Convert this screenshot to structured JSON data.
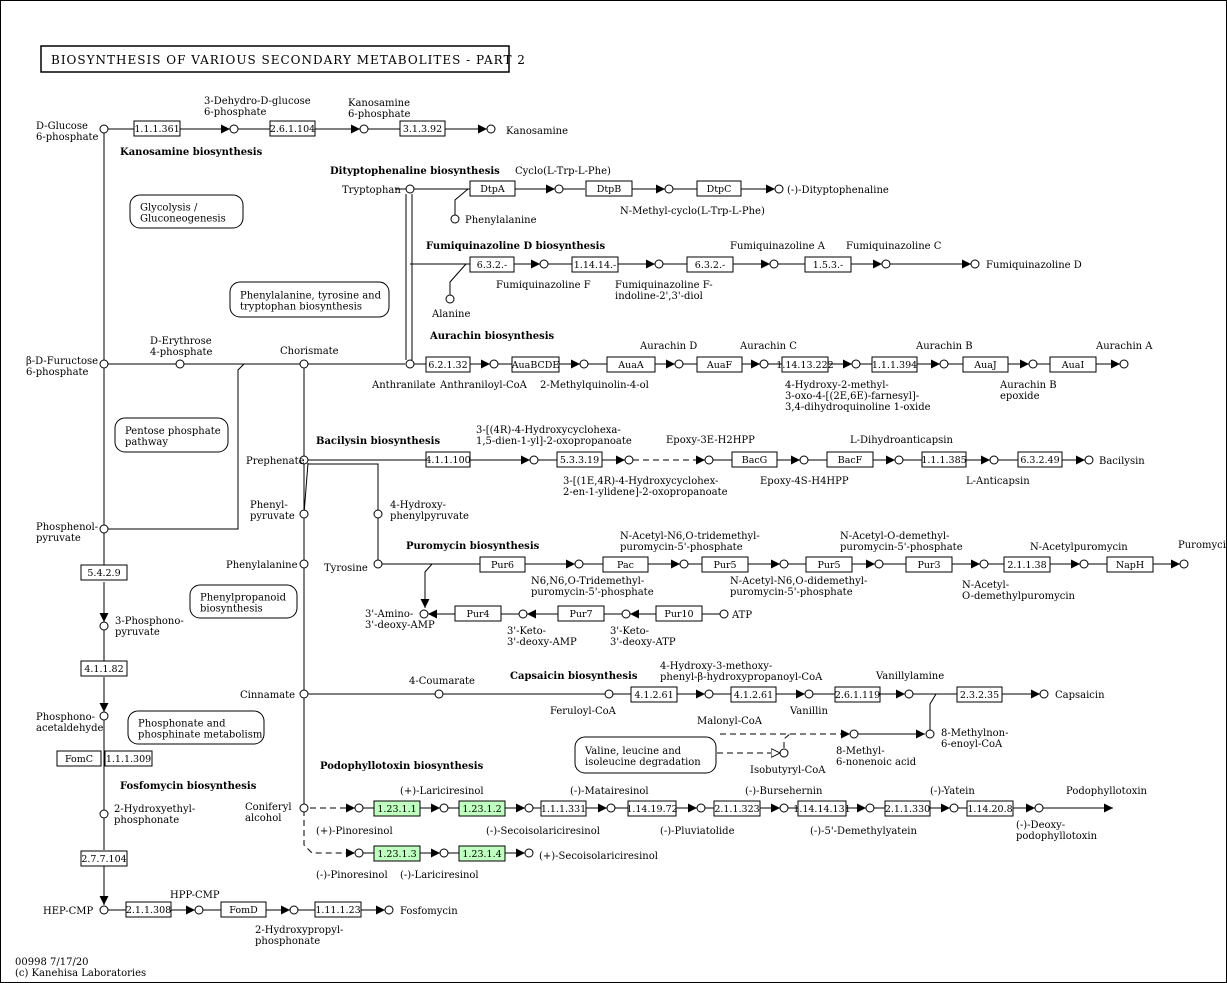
{
  "title": "BIOSYNTHESIS OF VARIOUS SECONDARY METABOLITES - PART 2",
  "footer": [
    "00998 7/17/20",
    "(c) Kanehisa Laboratories"
  ],
  "colors": {
    "line": "#000000",
    "box": "#ffffff",
    "highlight": "#bfffbf",
    "background": "#ffffff"
  },
  "sections": [
    "Kanosamine biosynthesis",
    "Dityptophenaline biosynthesis",
    "Fumiquinazoline D biosynthesis",
    "Aurachin biosynthesis",
    "Bacilysin biosynthesis",
    "Puromycin biosynthesis",
    "Capsaicin biosynthesis",
    "Fosfomycin biosynthesis",
    "Podophyllotoxin biosynthesis"
  ],
  "maps": [
    [
      "Glycolysis /",
      "Gluconeogenesis"
    ],
    [
      "Phenylalanine, tyrosine and",
      "tryptophan biosynthesis"
    ],
    [
      "Pentose phosphate",
      "pathway"
    ],
    [
      "Phenylpropanoid",
      "biosynthesis"
    ],
    [
      "Phosphonate and",
      "phosphinate metabolism"
    ],
    [
      "Valine, leucine and",
      "isoleucine degradation"
    ]
  ],
  "enzymes": [
    "1.1.1.361",
    "2.6.1.104",
    "3.1.3.92",
    "DtpA",
    "DtpB",
    "DtpC",
    "6.3.2.-",
    "1.14.14.-",
    "6.3.2.-",
    "1.5.3.-",
    "6.2.1.32",
    "AuaBCDE",
    "AuaA",
    "AuaF",
    "1.14.13.222",
    "1.1.1.394",
    "AuaJ",
    "AuaI",
    "4.1.1.100",
    "5.3.3.19",
    "BacG",
    "BacF",
    "1.1.1.385",
    "6.3.2.49",
    "Pur6",
    "Pac",
    "Pur5",
    "Pur5",
    "Pur3",
    "2.1.1.38",
    "NapH",
    "Pur4",
    "Pur7",
    "Pur10",
    "4.1.2.61",
    "4.1.2.61",
    "2.6.1.119",
    "2.3.2.35",
    "5.4.2.9",
    "4.1.1.82",
    "FomC",
    "1.1.1.309",
    "2.7.7.104",
    "2.1.1.308",
    "FomD",
    "1.11.1.23",
    "1.23.1.1",
    "1.23.1.2",
    "1.1.1.331",
    "1.14.19.72",
    "2.1.1.323",
    "1.14.14.131",
    "2.1.1.330",
    "1.14.20.8",
    "1.23.1.3",
    "1.23.1.4"
  ],
  "compounds": [
    [
      "D-Glucose",
      "6-phosphate"
    ],
    [
      "3-Dehydro-D-glucose",
      "6-phosphate"
    ],
    [
      "Kanosamine",
      "6-phosphate"
    ],
    [
      "Kanosamine"
    ],
    [
      "Tryptophan"
    ],
    [
      "Cyclo(L-Trp-L-Phe)"
    ],
    [
      "N-Methyl-cyclo(L-Trp-L-Phe)"
    ],
    [
      "(-)-Dityptophenaline"
    ],
    [
      "Phenylalanine"
    ],
    [
      "Fumiquinazoline F"
    ],
    [
      "Fumiquinazoline F-",
      "indoline-2',3'-diol"
    ],
    [
      "Fumiquinazoline A"
    ],
    [
      "Fumiquinazoline C"
    ],
    [
      "Fumiquinazoline D"
    ],
    [
      "Alanine"
    ],
    [
      "β-D-Fuructose",
      "6-phosphate"
    ],
    [
      "D-Erythrose",
      "4-phosphate"
    ],
    [
      "Chorismate"
    ],
    [
      "Anthranilate"
    ],
    [
      "Anthraniloyl-CoA"
    ],
    [
      "2-Methylquinolin-4-ol"
    ],
    [
      "Aurachin D"
    ],
    [
      "Aurachin C"
    ],
    [
      "4-Hydroxy-2-methyl-",
      "3-oxo-4-[(2E,6E)-farnesyl]-",
      "3,4-dihydroquinoline 1-oxide"
    ],
    [
      "Aurachin B"
    ],
    [
      "Aurachin B",
      "epoxide"
    ],
    [
      "Aurachin A"
    ],
    [
      "Prephenate"
    ],
    [
      "3-[(4R)-4-Hydroxycyclohexa-",
      "1,5-dien-1-yl]-2-oxopropanoate"
    ],
    [
      "3-[(1E,4R)-4-Hydroxycyclohex-",
      "2-en-1-ylidene]-2-oxopropanoate"
    ],
    [
      "Epoxy-3E-H2HPP"
    ],
    [
      "Epoxy-4S-H4HPP"
    ],
    [
      "L-Dihydroanticapsin"
    ],
    [
      "L-Anticapsin"
    ],
    [
      "Bacilysin"
    ],
    [
      "Phenyl-",
      "pyruvate"
    ],
    [
      "4-Hydroxy-",
      "phenylpyruvate"
    ],
    [
      "Phosphenol-",
      "pyruvate"
    ],
    [
      "Phenylalanine"
    ],
    [
      "Tyrosine"
    ],
    [
      "N-Acetyl-N6,O-tridemethyl-",
      "puromycin-5'-phosphate"
    ],
    [
      "N6,N6,O-Tridemethyl-",
      "puromycin-5'-phosphate"
    ],
    [
      "N-Acetyl-N6,O-didemethyl-",
      "puromycin-5'-phosphate"
    ],
    [
      "N-Acetyl-O-demethyl-",
      "puromycin-5'-phosphate"
    ],
    [
      "N-Acetylpuromycin"
    ],
    [
      "N-Acetyl-",
      "O-demethylpuromycin"
    ],
    [
      "Puromycin"
    ],
    [
      "3'-Amino-",
      "3'-deoxy-AMP"
    ],
    [
      "3'-Keto-",
      "3'-deoxy-AMP"
    ],
    [
      "3'-Keto-",
      "3'-deoxy-ATP"
    ],
    [
      "ATP"
    ],
    [
      "3-Phosphono-",
      "pyruvate"
    ],
    [
      "Cinnamate"
    ],
    [
      "4-Coumarate"
    ],
    [
      "4-Hydroxy-3-methoxy-",
      "phenyl-β-hydroxypropanoyl-CoA"
    ],
    [
      "Feruloyl-CoA"
    ],
    [
      "Vanillin"
    ],
    [
      "Vanillylamine"
    ],
    [
      "Capsaicin"
    ],
    [
      "Malonyl-CoA"
    ],
    [
      "8-Methylnon-",
      "6-enoyl-CoA"
    ],
    [
      "8-Methyl-",
      "6-nonenoic acid"
    ],
    [
      "Isobutyryl-CoA"
    ],
    [
      "Phosphono-",
      "acetaldehyde"
    ],
    [
      "2-Hydroxyethyl-",
      "phosphonate"
    ],
    [
      "HEP-CMP"
    ],
    [
      "HPP-CMP"
    ],
    [
      "2-Hydroxypropyl-",
      "phosphonate"
    ],
    [
      "Fosfomycin"
    ],
    [
      "Coniferyl",
      "alcohol"
    ],
    [
      "(+)-Lariciresinol"
    ],
    [
      "(+)-Pinoresinol"
    ],
    [
      "(-)-Matairesinol"
    ],
    [
      "(-)-Secoisolariciresinol"
    ],
    [
      "(-)-Pluviatolide"
    ],
    [
      "(-)-Bursehernin"
    ],
    [
      "(-)-5'-Demethylyatein"
    ],
    [
      "(-)-Yatein"
    ],
    [
      "Podophyllotoxin"
    ],
    [
      "(-)-Deoxy-",
      "podophyllotoxin"
    ],
    [
      "(+)-Secoisolariciresinol"
    ],
    [
      "(-)-Pinoresinol"
    ],
    [
      "(-)-Lariciresinol"
    ]
  ]
}
